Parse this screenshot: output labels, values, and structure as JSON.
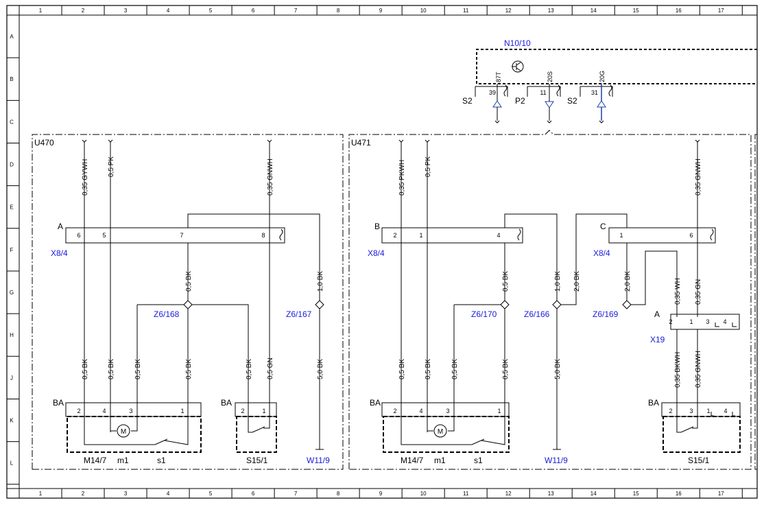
{
  "grid": {
    "columns": [
      "1",
      "2",
      "3",
      "4",
      "5",
      "6",
      "7",
      "8",
      "9",
      "10",
      "11",
      "12",
      "13",
      "14",
      "15",
      "16",
      "17"
    ],
    "rows": [
      "A",
      "B",
      "C",
      "D",
      "E",
      "F",
      "G",
      "H",
      "J",
      "K",
      "L"
    ]
  },
  "n10": {
    "name": "N10/10",
    "pins": [
      {
        "group": "S2",
        "num": "39",
        "code": "87T"
      },
      {
        "group": "P2",
        "num": "11",
        "code": "20S"
      },
      {
        "group": "S2",
        "num": "31",
        "code": "20G"
      }
    ]
  },
  "u470": {
    "name": "U470",
    "wires_top": [
      "0,35 GYWH",
      "0,5 PK",
      "0,35 GNWH"
    ],
    "connector": {
      "letter": "A",
      "pins": [
        "6",
        "5",
        "7",
        "8"
      ],
      "name": "X8/4"
    },
    "wires_mid": [
      "0,5 BK",
      "1,0 BK"
    ],
    "splices": [
      "Z6/168",
      "Z6/167"
    ],
    "wires_bottom": [
      "0,5 BK",
      "0,5 BK",
      "0,5 BK",
      "0,5 BK",
      "0,5 BK",
      "0,5 GN",
      "5,0 BK"
    ],
    "motor": {
      "ba": "BA",
      "pins": [
        "2",
        "4",
        "3",
        "1"
      ],
      "name": "M14/7",
      "m": "m1",
      "s": "s1",
      "icon": "M"
    },
    "switch": {
      "ba": "BA",
      "pins": [
        "2",
        "1"
      ],
      "name": "S15/1"
    },
    "ground": "W11/9"
  },
  "u471": {
    "name": "U471",
    "wires_top": [
      "0,35 PKWH",
      "0,5 PK",
      "0,35 GNWH"
    ],
    "connB": {
      "letter": "B",
      "pins": [
        "2",
        "1",
        "4"
      ],
      "name": "X8/4"
    },
    "connC": {
      "letter": "C",
      "pins": [
        "1",
        "6"
      ],
      "name": "X8/4"
    },
    "wires_mid": [
      "0,5 BK",
      "1,0 BK",
      "2,0 BK",
      "2,0 BK",
      "0,35 WH",
      "0,35 GN"
    ],
    "splices": [
      "Z6/170",
      "Z6/166",
      "Z6/169"
    ],
    "x19": {
      "letter": "A",
      "pins": [
        "2",
        "1",
        "3",
        "4"
      ],
      "name": "X19"
    },
    "wires_bottom": [
      "0,5 BK",
      "0,5 BK",
      "0,5 BK",
      "0,5 BK",
      "5,0 BK",
      "0,35 BKWH",
      "0,35 GNWH"
    ],
    "motor": {
      "ba": "BA",
      "pins": [
        "2",
        "4",
        "3",
        "1"
      ],
      "name": "M14/7",
      "m": "m1",
      "s": "s1",
      "icon": "M"
    },
    "switch": {
      "ba": "BA",
      "pins": [
        "2",
        "3",
        "1",
        "4"
      ],
      "name": "S15/1"
    },
    "ground": "W11/9"
  }
}
